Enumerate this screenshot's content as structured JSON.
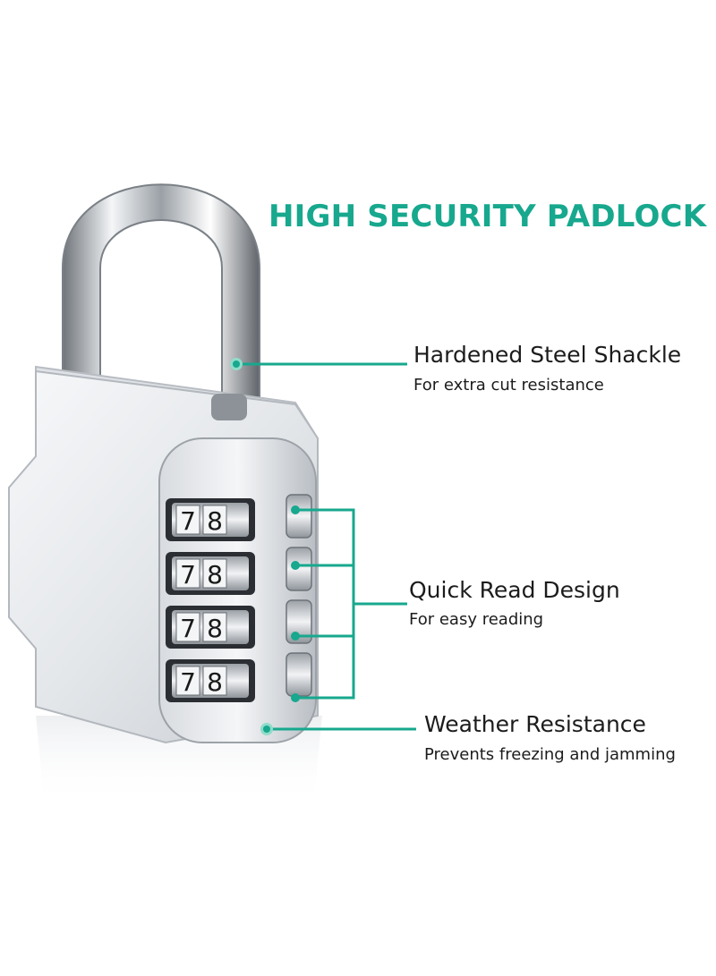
{
  "headline": "HIGH SECURITY PADLOCK",
  "accent_color": "#17a88e",
  "features": [
    {
      "title": "Hardened Steel Shackle",
      "subtitle": "For extra cut resistance"
    },
    {
      "title": "Quick Read Design",
      "subtitle": "For easy reading"
    },
    {
      "title": "Weather Resistance",
      "subtitle": "Prevents freezing and jamming"
    }
  ],
  "combination_wheels": [
    {
      "digits": [
        "7",
        "8"
      ]
    },
    {
      "digits": [
        "7",
        "8"
      ]
    },
    {
      "digits": [
        "7",
        "8"
      ]
    },
    {
      "digits": [
        "7",
        "8"
      ]
    }
  ]
}
